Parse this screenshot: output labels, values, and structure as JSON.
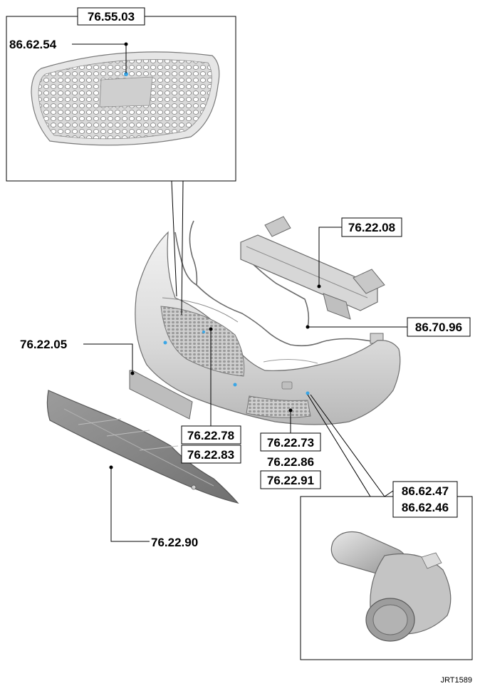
{
  "diagram": {
    "callouts": {
      "grille_assembly": "76.55.03",
      "grille_badge": "86.62.54",
      "reinforcement_beam": "76.22.08",
      "wiring_harness": "86.70.96",
      "side_panel": "76.22.05",
      "lower_grille_a": "76.22.78",
      "lower_grille_b": "76.22.83",
      "fog_trim_a": "76.22.73",
      "fog_trim_b": "76.22.86",
      "fog_trim_c": "76.22.91",
      "parking_sensor_a": "86.62.47",
      "parking_sensor_b": "86.62.46",
      "undertray": "76.22.90"
    },
    "reference": "JRT1589"
  }
}
